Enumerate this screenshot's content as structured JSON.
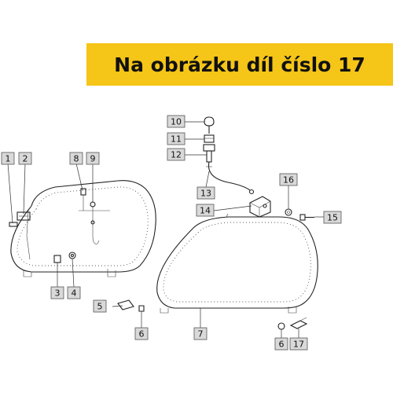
{
  "banner": {
    "text": "Na obrázku díl číslo 17",
    "color": "#f5c518"
  },
  "labels": {
    "p1": "1",
    "p2": "2",
    "p3": "3",
    "p4": "4",
    "p5": "5",
    "p6a": "6",
    "p6b": "6",
    "p7": "7",
    "p8": "8",
    "p9": "9",
    "p10": "10",
    "p11": "11",
    "p12": "12",
    "p13": "13",
    "p14": "14",
    "p15": "15",
    "p16": "16",
    "p17": "17"
  }
}
